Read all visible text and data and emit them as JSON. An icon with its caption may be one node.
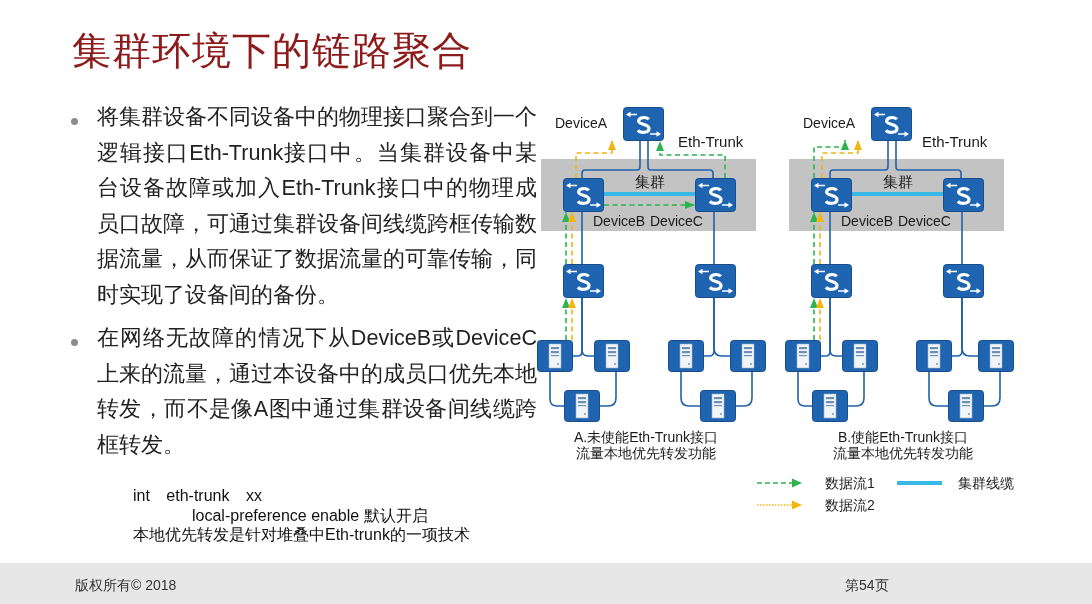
{
  "diagram": {
    "title": "集群环境下的链路聚合",
    "nodes": [
      {
        "text": [
          "DeviceA"
        ]
      },
      {
        "text": [],
        "shape": "box"
      },
      {
        "text": [
          "DeviceB"
        ],
        "in": 1
      },
      {
        "text": [
          "DeviceC"
        ],
        "in": 1
      },
      {
        "text": [],
        "shape": "picture"
      },
      {
        "text": [],
        "shape": "picture"
      },
      {
        "text": [],
        "shape": "picture"
      },
      {
        "text": [],
        "shape": "picture"
      },
      {
        "text": [],
        "shape": "picture"
      },
      {
        "text": [],
        "shape": "picture"
      },
      {
        "text": [],
        "shape": "picture"
      },
      {
        "text": [],
        "shape": "picture"
      },
      {
        "text": [
          "DeviceA"
        ]
      },
      {
        "text": [],
        "shape": "box"
      },
      {
        "text": [
          "DeviceB"
        ],
        "in": 13
      },
      {
        "text": [
          "DeviceC"
        ],
        "in": 13
      },
      {
        "text": [],
        "shape": "picture"
      },
      {
        "text": [],
        "shape": "picture"
      },
      {
        "text": [],
        "shape": "picture"
      },
      {
        "text": [],
        "shape": "picture"
      },
      {
        "text": [],
        "shape": "picture"
      },
      {
        "text": [],
        "shape": "picture"
      },
      {
        "text": [],
        "shape": "picture"
      },
      {
        "text": [],
        "shape": "picture"
      }
    ],
    "edges": [
      {
        "from": 0,
        "to": 2,
        "arrow": "none"
      },
      {
        "from": 0,
        "to": 3,
        "arrow": "none"
      },
      {
        "from": 2,
        "to": 3,
        "arrow": "none",
        "label": "集群",
        "style": "thick",
        "color": "#38b8e6"
      },
      {
        "from": 2,
        "to": 4,
        "arrow": "none"
      },
      {
        "from": 3,
        "to": 5,
        "arrow": "none"
      },
      {
        "from": 4,
        "to": 6,
        "arrow": "none"
      },
      {
        "from": 4,
        "to": 7,
        "arrow": "none"
      },
      {
        "from": 6,
        "to": 8,
        "arrow": "none"
      },
      {
        "from": 7,
        "to": 8,
        "arrow": "none"
      },
      {
        "from": 5,
        "to": 9,
        "arrow": "none"
      },
      {
        "from": 5,
        "to": 10,
        "arrow": "none"
      },
      {
        "from": 9,
        "to": 11,
        "arrow": "none"
      },
      {
        "from": 10,
        "to": 11,
        "arrow": "none"
      },
      {
        "from": 6,
        "to": 4,
        "arrow": "to",
        "style": "dashed",
        "color": "#2db350"
      },
      {
        "from": 4,
        "to": 2,
        "arrow": "to",
        "style": "dashed",
        "color": "#2db350"
      },
      {
        "from": 2,
        "to": 3,
        "arrow": "to",
        "style": "dashed",
        "color": "#2db350"
      },
      {
        "from": 3,
        "to": 0,
        "arrow": "to",
        "style": "dashed",
        "color": "#2db350"
      },
      {
        "from": 6,
        "to": 4,
        "arrow": "to",
        "style": "dashed",
        "color": "#f2b60f"
      },
      {
        "from": 4,
        "to": 2,
        "arrow": "to",
        "style": "dashed",
        "color": "#f2b60f"
      },
      {
        "from": 2,
        "to": 0,
        "arrow": "to",
        "style": "dashed",
        "color": "#f2b60f"
      },
      {
        "from": 12,
        "to": 14,
        "arrow": "none"
      },
      {
        "from": 12,
        "to": 15,
        "arrow": "none"
      },
      {
        "from": 14,
        "to": 15,
        "arrow": "none",
        "label": "集群",
        "style": "thick",
        "color": "#38b8e6"
      },
      {
        "from": 14,
        "to": 16,
        "arrow": "none"
      },
      {
        "from": 15,
        "to": 17,
        "arrow": "none"
      },
      {
        "from": 16,
        "to": 18,
        "arrow": "none"
      },
      {
        "from": 16,
        "to": 19,
        "arrow": "none"
      },
      {
        "from": 18,
        "to": 20,
        "arrow": "none"
      },
      {
        "from": 19,
        "to": 20,
        "arrow": "none"
      },
      {
        "from": 17,
        "to": 21,
        "arrow": "none"
      },
      {
        "from": 17,
        "to": 22,
        "arrow": "none"
      },
      {
        "from": 21,
        "to": 23,
        "arrow": "none"
      },
      {
        "from": 22,
        "to": 23,
        "arrow": "none"
      },
      {
        "from": 18,
        "to": 16,
        "arrow": "to",
        "style": "dashed",
        "color": "#2db350"
      },
      {
        "from": 16,
        "to": 14,
        "arrow": "to",
        "style": "dashed",
        "color": "#2db350"
      },
      {
        "from": 14,
        "to": 12,
        "arrow": "to",
        "style": "dashed",
        "color": "#2db350"
      },
      {
        "from": 18,
        "to": 16,
        "arrow": "to",
        "style": "dashed",
        "color": "#f2b60f"
      },
      {
        "from": 16,
        "to": 14,
        "arrow": "to",
        "style": "dashed",
        "color": "#f2b60f"
      },
      {
        "from": 14,
        "to": 12,
        "arrow": "to",
        "style": "dashed",
        "color": "#f2b60f"
      }
    ],
    "labels": [
      "将集群设备不同设备中的物理接口聚合到一个逻辑接口Eth-Trunk接口中。当集群设备中某台设备故障或加入Eth-Trunk接口中的物理成员口故障，可通过集群设备间线缆跨框传输数据流量，从而保证了数据流量的可靠传输，同时实现了设备间的备份。",
      "在网络无故障的情况下从DeviceB或DeviceC上来的流量，通过本设备中的成员口优先本地转发，而不是像A图中通过集群设备间线缆跨框转发。",
      "Eth-Trunk",
      "A.未使能Eth-Trunk接口流量本地优先转发功能",
      "Eth-Trunk",
      "B.使能Eth-Trunk接口流量本地优先转发功能",
      "int eth-trunk xx",
      "local-preference enable 默认开启",
      "本地优先转发是针对堆叠中Eth-trunk的一项技术",
      "版权所有© 2018",
      "第54页"
    ],
    "legend": [
      {
        "text": "数据流1"
      },
      {
        "text": "数据流2"
      },
      {
        "text": "集群线缆"
      }
    ]
  }
}
